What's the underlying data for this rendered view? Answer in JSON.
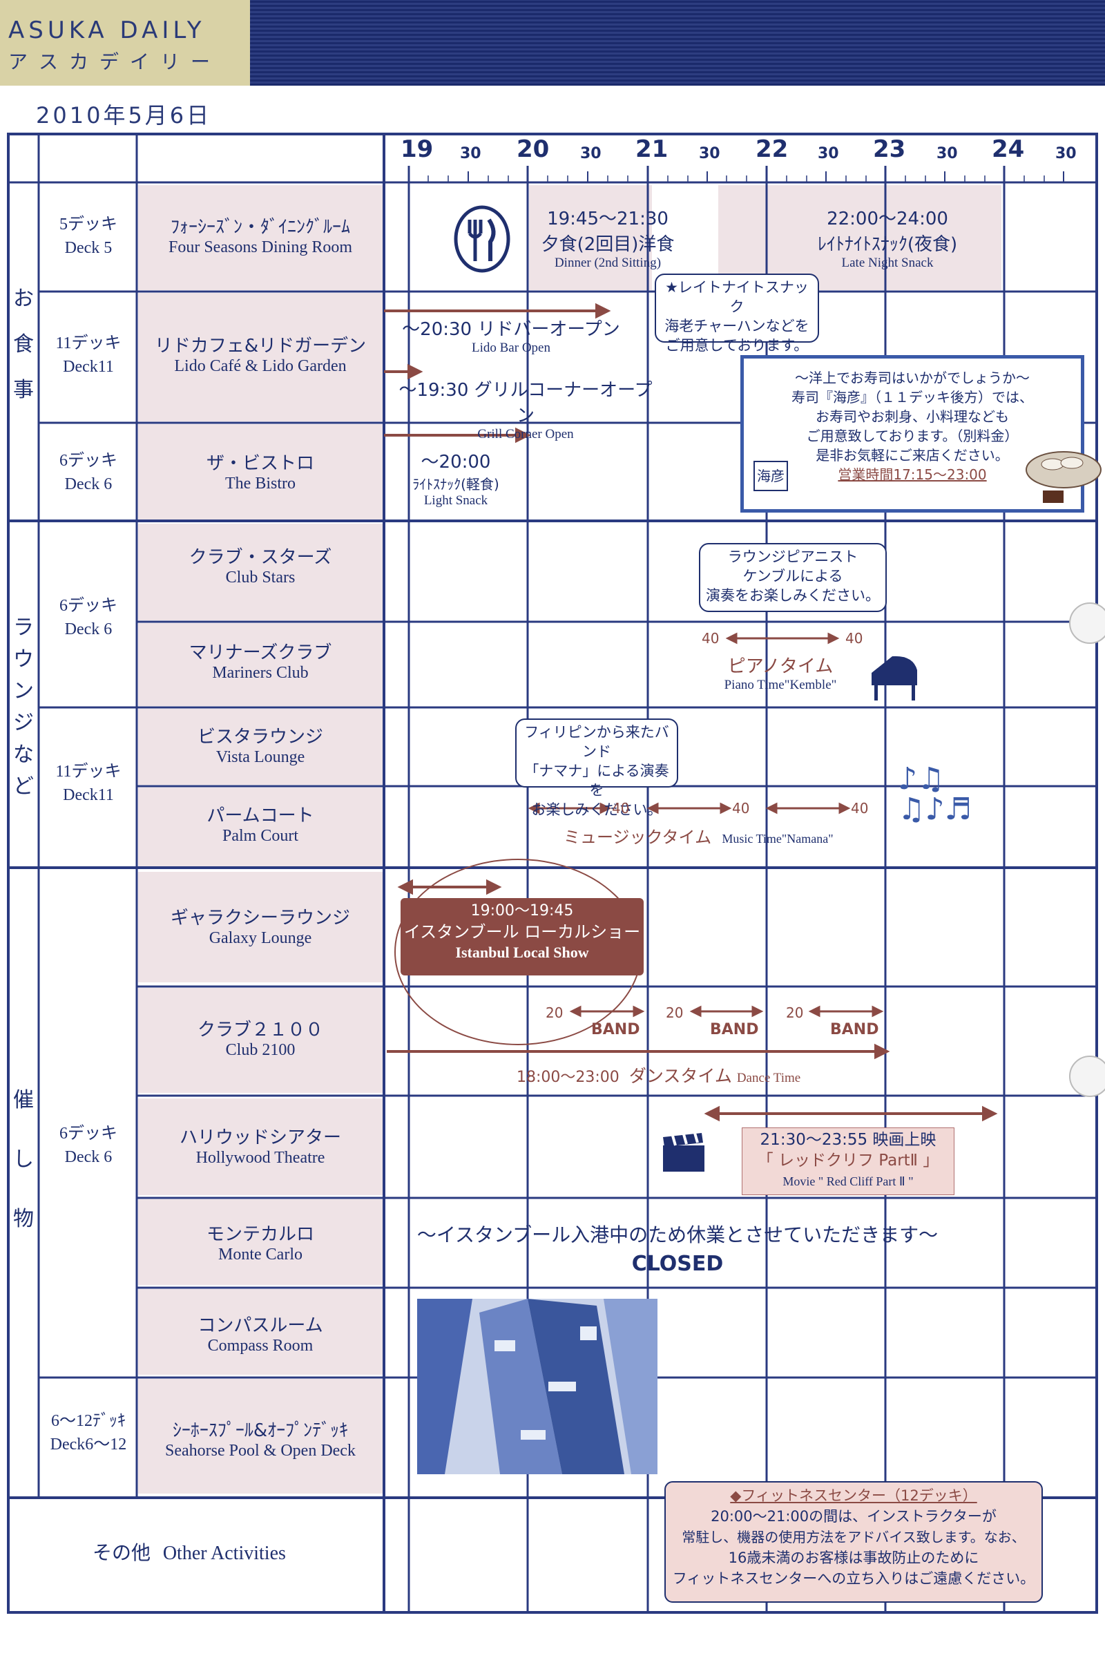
{
  "header": {
    "brand_en": "ASUKA DAILY",
    "brand_jp": "アスカデイリー",
    "date": "2010年5月6日"
  },
  "timeline": {
    "hours": [
      "19",
      "20",
      "21",
      "22",
      "23",
      "24"
    ],
    "half": "30"
  },
  "categories": {
    "dining": [
      "お",
      "食",
      "事"
    ],
    "lounge": [
      "ラ",
      "ウ",
      "ン",
      "ジ",
      "な",
      "ど"
    ],
    "events": [
      "催",
      "し",
      "物"
    ]
  },
  "decks": {
    "d5": {
      "jp": "5デッキ",
      "en": "Deck 5"
    },
    "d11a": {
      "jp": "11デッキ",
      "en": "Deck11"
    },
    "d6a": {
      "jp": "6デッキ",
      "en": "Deck 6"
    },
    "d6b": {
      "jp": "6デッキ",
      "en": "Deck 6"
    },
    "d11b": {
      "jp": "11デッキ",
      "en": "Deck11"
    },
    "d6c": {
      "jp": "6デッキ",
      "en": "Deck 6"
    },
    "d612": {
      "jp": "6～12ﾃﾞｯｷ",
      "en": "Deck6～12"
    }
  },
  "venues": {
    "four_seasons": {
      "jp": "ﾌｫｰｼｰｽﾞﾝ・ﾀﾞｲﾆﾝｸﾞﾙｰﾑ",
      "en": "Four Seasons Dining Room"
    },
    "lido": {
      "jp": "リドカフェ&リドガーデン",
      "en": "Lido Café & Lido Garden"
    },
    "bistro": {
      "jp": "ザ・ビストロ",
      "en": "The Bistro"
    },
    "club_stars": {
      "jp": "クラブ・スターズ",
      "en": "Club Stars"
    },
    "mariners": {
      "jp": "マリナーズクラブ",
      "en": "Mariners Club"
    },
    "vista": {
      "jp": "ビスタラウンジ",
      "en": "Vista Lounge"
    },
    "palm": {
      "jp": "パームコート",
      "en": "Palm Court"
    },
    "galaxy": {
      "jp": "ギャラクシーラウンジ",
      "en": "Galaxy Lounge"
    },
    "club2100": {
      "jp": "クラブ２１００",
      "en": "Club 2100"
    },
    "hollywood": {
      "jp": "ハリウッドシアター",
      "en": "Hollywood Theatre"
    },
    "monte": {
      "jp": "モンテカルロ",
      "en": "Monte Carlo"
    },
    "compass": {
      "jp": "コンパスルーム",
      "en": "Compass Room"
    },
    "seahorse": {
      "jp": "ｼｰﾎｰｽﾌﾟｰﾙ&ｵｰﾌﾟﾝﾃﾞｯｷ",
      "en": "Seahorse Pool & Open Deck"
    },
    "other_jp": "その他",
    "other_en": "Other Activities"
  },
  "events": {
    "dinner": {
      "time": "19:45～21:30",
      "jp": "夕食(2回目)洋食",
      "en": "Dinner (2nd Sitting)"
    },
    "late_snack": {
      "time": "22:00～24:00",
      "jp": "ﾚｲﾄﾅｲﾄｽﾅｯｸ(夜食)",
      "en": "Late Night Snack"
    },
    "late_bubble": [
      "★レイトナイトスナック",
      "海老チャーハンなどを",
      "ご用意しております。"
    ],
    "lido_bar": {
      "jp": "～20:30 リドバーオープン",
      "en": "Lido Bar Open"
    },
    "grill": {
      "jp": "～19:30 グリルコーナーオープン",
      "en": "Grill Corner Open"
    },
    "bistro_snack": {
      "time": "～20:00",
      "jp": "ﾗｲﾄｽﾅｯｸ(軽食)",
      "en": "Light Snack"
    },
    "sushi": [
      "～洋上でお寿司はいかがでしょうか～",
      "寿司『海彦』（１１デッキ後方）では、",
      "お寿司やお刺身、小料理なども",
      "ご用意致しております。（別料金）",
      "是非お気軽にご来店ください。",
      "営業時間17:15～23:00"
    ],
    "sushi_logo": "海彦",
    "piano_bubble": [
      "ラウンジピアニスト",
      "ケンブルによる",
      "演奏をお楽しみください。"
    ],
    "piano": {
      "jp": "ピアノタイム",
      "en": "Piano Time\"Kemble\"",
      "n1": "40",
      "n2": "40"
    },
    "band_bubble": [
      "フィリピンから来たバンド",
      "「ナマナ」による演奏を",
      "お楽しみください。"
    ],
    "music": {
      "jp": "ミュージックタイム",
      "en": "Music Time\"Namana\"",
      "n1": "40",
      "n2": "40",
      "n3": "40"
    },
    "istanbul": {
      "time": "19:00～19:45",
      "jp": "イスタンブール ローカルショー",
      "en": "Istanbul Local Show"
    },
    "band": {
      "label": "BAND",
      "n": "20"
    },
    "dance": {
      "time": "18:00～23:00",
      "jp": "ダンスタイム",
      "en": "Dance Time"
    },
    "movie": {
      "line1": "21:30～23:55 映画上映",
      "line2": "「 レッドクリフ PartⅡ 」",
      "en": "Movie \" Red Cliff Part Ⅱ \""
    },
    "closed": {
      "jp": "～イスタンブール入港中のため休業とさせていただきます～",
      "en": "CLOSED"
    },
    "fitness": [
      "◆フィットネスセンター（12デッキ）",
      "20:00～21:00の間は、インストラクターが",
      "常駐し、機器の使用方法をアドバイス致します。なお、",
      "16歳未満のお客様は事故防止のために",
      "フィットネスセンターへの立ち入りはご遠慮ください。"
    ]
  },
  "colors": {
    "navy": "#1f2f6e",
    "brown": "#8b4a44",
    "pink": "#efe3e6",
    "khaki": "#d9d2a6"
  }
}
